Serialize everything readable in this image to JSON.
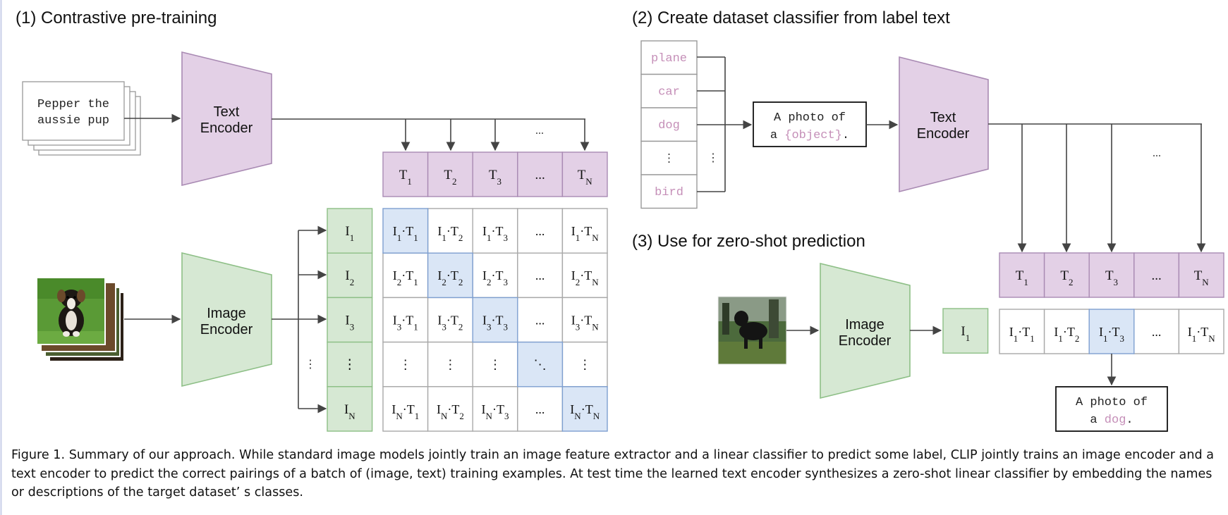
{
  "section1": {
    "title": "(1) Contrastive pre-training",
    "text_input_line1": "Pepper the",
    "text_input_line2": "aussie pup",
    "text_encoder_line1": "Text",
    "text_encoder_line2": "Encoder",
    "image_encoder_line1": "Image",
    "image_encoder_line2": "Encoder",
    "text_features": [
      {
        "base": "T",
        "sub": "1"
      },
      {
        "base": "T",
        "sub": "2"
      },
      {
        "base": "T",
        "sub": "3"
      },
      {
        "base": "...",
        "sub": ""
      },
      {
        "base": "T",
        "sub": "N"
      }
    ],
    "image_features": [
      {
        "base": "I",
        "sub": "1"
      },
      {
        "base": "I",
        "sub": "2"
      },
      {
        "base": "I",
        "sub": "3"
      },
      {
        "base": "⋮",
        "sub": ""
      },
      {
        "base": "I",
        "sub": "N"
      }
    ],
    "matrix_rows": [
      [
        "I1·T1",
        "I1·T2",
        "I1·T3",
        "...",
        "I1·TN"
      ],
      [
        "I2·T1",
        "I2·T2",
        "I2·T3",
        "...",
        "I2·TN"
      ],
      [
        "I3·T1",
        "I3·T2",
        "I3·T3",
        "...",
        "I3·TN"
      ],
      [
        "⋮",
        "⋮",
        "⋮",
        "⋱",
        "⋮"
      ],
      [
        "IN·T1",
        "IN·T2",
        "IN·T3",
        "...",
        "IN·TN"
      ]
    ],
    "arrow_ellipsis": "...",
    "side_ellipsis": "⋮"
  },
  "section2": {
    "title": "(2) Create dataset classifier from label text",
    "labels": [
      "plane",
      "car",
      "dog",
      "⋮",
      "bird"
    ],
    "label_ellipsis_right": "⋮",
    "template_line1": "A photo of",
    "template_line2_prefix": "a ",
    "template_placeholder": "{object}",
    "template_suffix": ".",
    "text_encoder_line1": "Text",
    "text_encoder_line2": "Encoder",
    "arrow_ellipsis": "..."
  },
  "section3": {
    "title": "(3) Use for zero-shot prediction",
    "image_encoder_line1": "Image",
    "image_encoder_line2": "Encoder",
    "image_feature": {
      "base": "I",
      "sub": "1"
    },
    "text_features": [
      {
        "base": "T",
        "sub": "1"
      },
      {
        "base": "T",
        "sub": "2"
      },
      {
        "base": "T",
        "sub": "3"
      },
      {
        "base": "...",
        "sub": ""
      },
      {
        "base": "T",
        "sub": "N"
      }
    ],
    "scores": [
      "I1·T1",
      "I1·T2",
      "I1·T3",
      "...",
      "I1·TN"
    ],
    "result_line1": "A photo of",
    "result_line2_prefix": "a ",
    "result_word": "dog",
    "result_suffix": "."
  },
  "caption": "Figure 1. Summary of our approach. While standard image models jointly train an image feature extractor and a linear classifier to predict some label, CLIP jointly trains an image encoder and a text encoder to predict the correct pairings of a batch of (image, text) training examples. At test time the learned text encoder synthesizes a zero-shot linear classifier by embedding the names or descriptions of the target dataset’ s classes.",
  "colors": {
    "text_encoder_fill": "#e3d0e6",
    "text_encoder_stroke": "#a98ab3",
    "image_encoder_fill": "#d6e8d3",
    "image_encoder_stroke": "#8dbf86",
    "diag_fill": "#dae6f6",
    "diag_stroke": "#7e9fd0",
    "label_pink": "#c58fb8"
  },
  "icons": [
    "dog-photo-stack-icon",
    "dog-photo-icon"
  ]
}
